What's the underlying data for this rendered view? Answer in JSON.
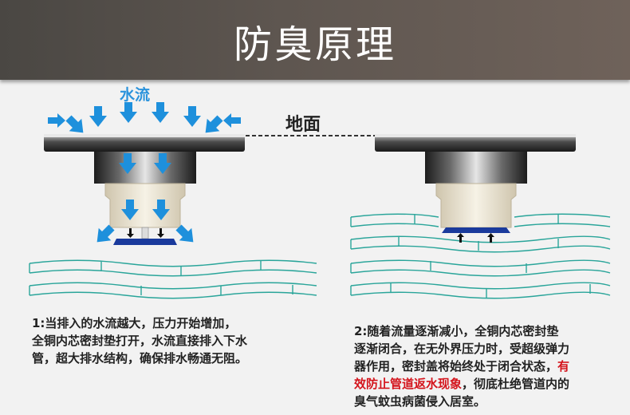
{
  "header": {
    "title": "防臭原理"
  },
  "labels": {
    "water_flow": "水流",
    "floor": "地面"
  },
  "captions": {
    "open_state": {
      "lines": [
        "1:当排入的水流越大，压力开始增加，",
        "全铜内芯密封垫打开，水流直接排入下水",
        "管，超大排水结构，确保排水畅通无阻。"
      ]
    },
    "closed_state": {
      "line1": "2:随着流量逐渐减小，全铜内芯密封垫",
      "line2": "逐渐闭合，在无外界压力时，受超级弹力",
      "line3": "器作用，密封盖将始终处于闭合状态，",
      "line3_highlight": "有",
      "line4_highlight": "效防止管道返水现象",
      "line4_rest": "，彻底杜绝管道内的",
      "line5": "臭气蚊虫病菌侵入居室。"
    }
  },
  "colors": {
    "water_arrow": "#1e90dc",
    "seal": "#1a3a9c",
    "pipe_wave": "#2aa59a",
    "highlight_text": "#d4141c",
    "header_bg": "#55504b"
  }
}
